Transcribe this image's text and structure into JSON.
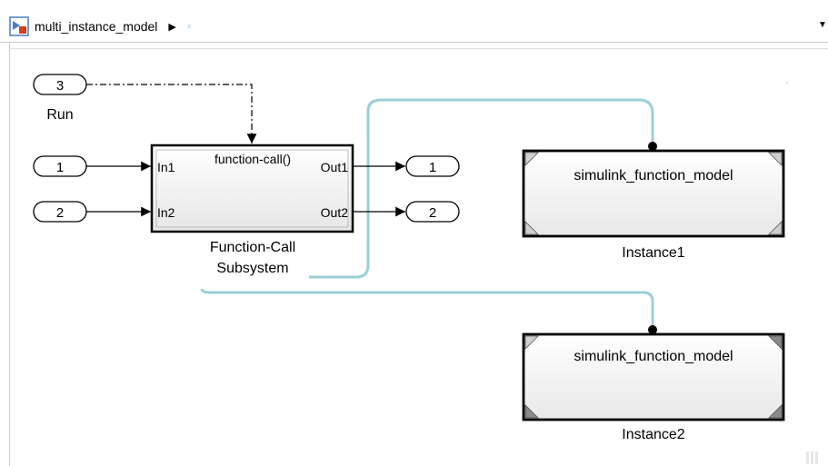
{
  "breadcrumb": {
    "model_name": "multi_instance_model"
  },
  "colors": {
    "signal": "#000000",
    "function_connection": "#9bcfd7",
    "block_border": "#000000",
    "block_fill_top": "#ffffff",
    "block_fill_bottom": "#e6e6e6"
  },
  "inports": {
    "run": {
      "number": "3",
      "label": "Run"
    },
    "in1": {
      "number": "1"
    },
    "in2": {
      "number": "2"
    }
  },
  "outports": {
    "out1": {
      "number": "1"
    },
    "out2": {
      "number": "2"
    }
  },
  "subsystem": {
    "trigger_label": "function-call()",
    "in1_label": "In1",
    "in2_label": "In2",
    "out1_label": "Out1",
    "out2_label": "Out2",
    "name_line1": "Function-Call",
    "name_line2": "Subsystem"
  },
  "model_refs": [
    {
      "model_name": "simulink_function_model",
      "instance_name": "Instance1"
    },
    {
      "model_name": "simulink_function_model",
      "instance_name": "Instance2"
    }
  ]
}
